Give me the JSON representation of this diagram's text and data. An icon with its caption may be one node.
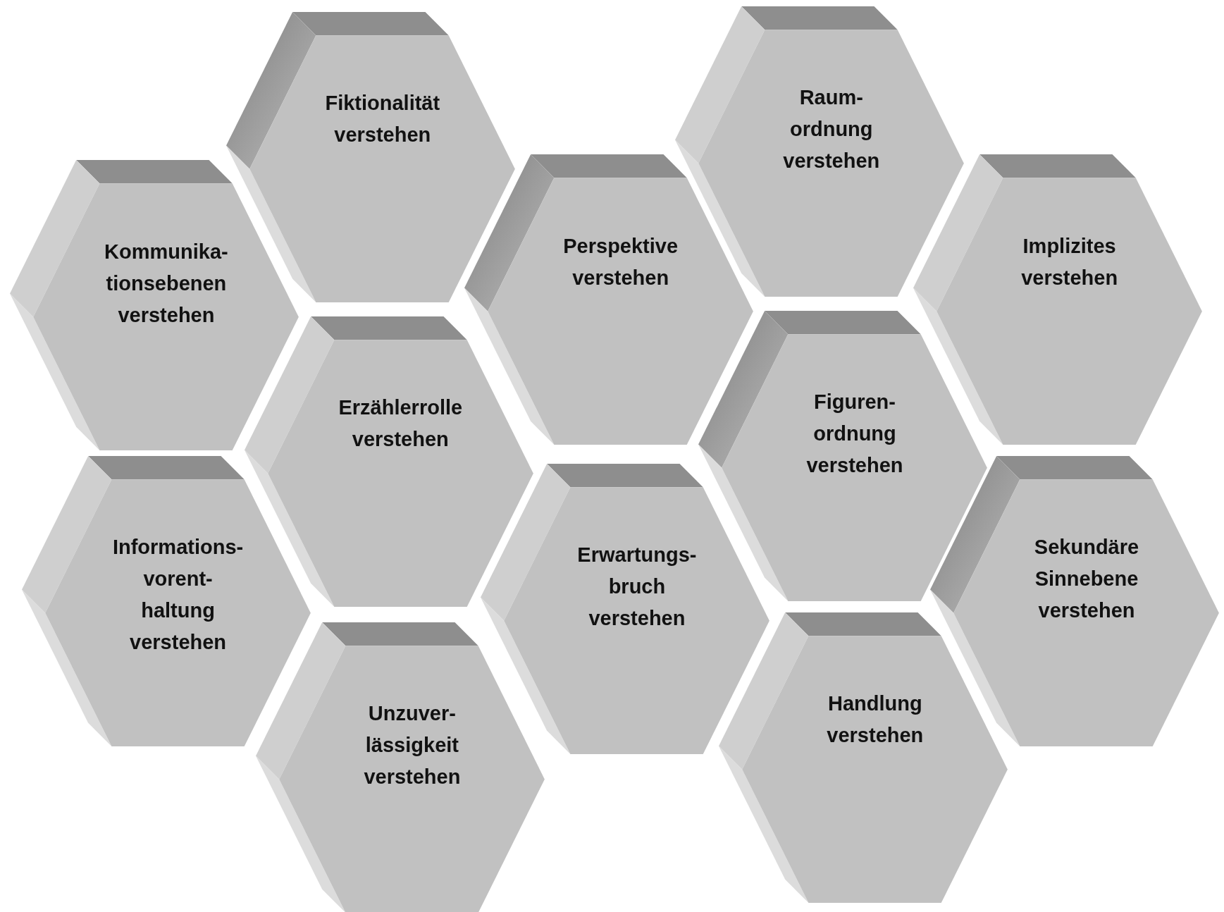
{
  "diagram": {
    "nodes": [
      {
        "text": [
          "Fiktionalität verstehen"
        ]
      },
      {
        "text": [
          "Raum- ordnung verstehen"
        ]
      },
      {
        "text": [
          "Kommunika- tionsebenen verstehen"
        ]
      },
      {
        "text": [
          "Perspektive verstehen"
        ]
      },
      {
        "text": [
          "Implizites verstehen"
        ]
      },
      {
        "text": [
          "Erzählerrolle verstehen"
        ]
      },
      {
        "text": [
          "Figuren- ordnung verstehen"
        ]
      },
      {
        "text": [
          "Informations- vorent- haltung verstehen"
        ]
      },
      {
        "text": [
          "Erwartungs- bruch verstehen"
        ]
      },
      {
        "text": [
          "Sekundäre Sinnebene verstehen"
        ]
      },
      {
        "text": [
          "Unzuver- lässigkeit verstehen"
        ]
      },
      {
        "text": [
          "Handlung verstehen"
        ]
      }
    ]
  }
}
